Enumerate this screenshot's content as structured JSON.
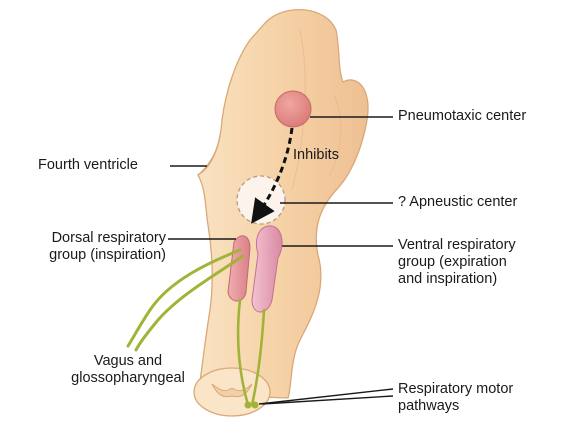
{
  "labels": {
    "pneumotaxic": "Pneumotaxic center",
    "inhibits": "Inhibits",
    "fourth_ventricle": "Fourth ventricle",
    "apneustic": "? Apneustic center",
    "dorsal": [
      "Dorsal respiratory",
      "group (inspiration)"
    ],
    "ventral": [
      "Ventral respiratory",
      "group (expiration",
      "and inspiration)"
    ],
    "vagus": [
      "Vagus and",
      "glossopharyngeal"
    ],
    "motor": [
      "Respiratory motor",
      "pathways"
    ]
  },
  "colors": {
    "brainstem_fill": "#f6d3a8",
    "brainstem_edge": "#d9a878",
    "pneumotaxic": "#e38a86",
    "ventral_group": "#e7a2b8",
    "dorsal_group": "#e7979c",
    "nerve": "#a2b338",
    "leader": "#1a1a1a"
  }
}
